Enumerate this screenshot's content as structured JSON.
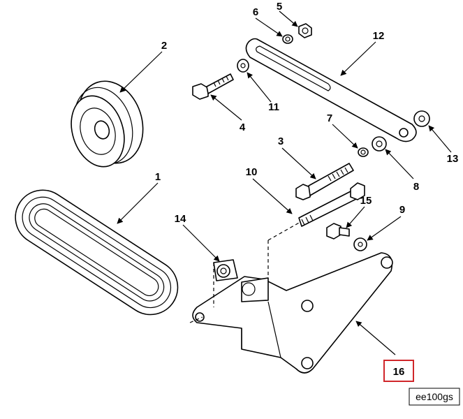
{
  "figure": {
    "code": "ee100gs",
    "highlight_color": "#d0262a",
    "line_color": "#000000",
    "background": "#ffffff"
  },
  "callouts": [
    {
      "id": "1",
      "label": "1"
    },
    {
      "id": "2",
      "label": "2"
    },
    {
      "id": "3",
      "label": "3"
    },
    {
      "id": "4",
      "label": "4"
    },
    {
      "id": "5",
      "label": "5"
    },
    {
      "id": "6",
      "label": "6"
    },
    {
      "id": "7",
      "label": "7"
    },
    {
      "id": "8",
      "label": "8"
    },
    {
      "id": "9",
      "label": "9"
    },
    {
      "id": "10",
      "label": "10"
    },
    {
      "id": "11",
      "label": "11"
    },
    {
      "id": "12",
      "label": "12"
    },
    {
      "id": "13",
      "label": "13"
    },
    {
      "id": "14",
      "label": "14"
    },
    {
      "id": "15",
      "label": "15"
    },
    {
      "id": "16",
      "label": "16",
      "highlighted": true
    }
  ]
}
